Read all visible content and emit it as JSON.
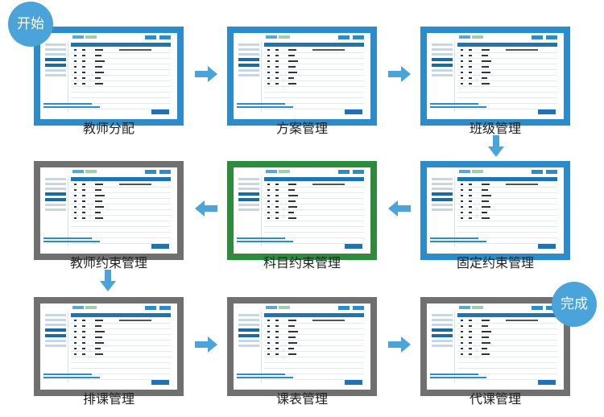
{
  "start_badge": "开始",
  "end_badge": "完成",
  "steps": [
    {
      "label": "教师分配"
    },
    {
      "label": "方案管理"
    },
    {
      "label": "班级管理"
    },
    {
      "label": "教师约束管理"
    },
    {
      "label": "科目约束管理"
    },
    {
      "label": "固定约束管理"
    },
    {
      "label": "排课管理"
    },
    {
      "label": "课表管理"
    },
    {
      "label": "代课管理"
    }
  ],
  "colors": {
    "blue": "#2e8bc9",
    "gray": "#707070",
    "green": "#2e8b3e",
    "arrow": "#4aa3d9"
  }
}
